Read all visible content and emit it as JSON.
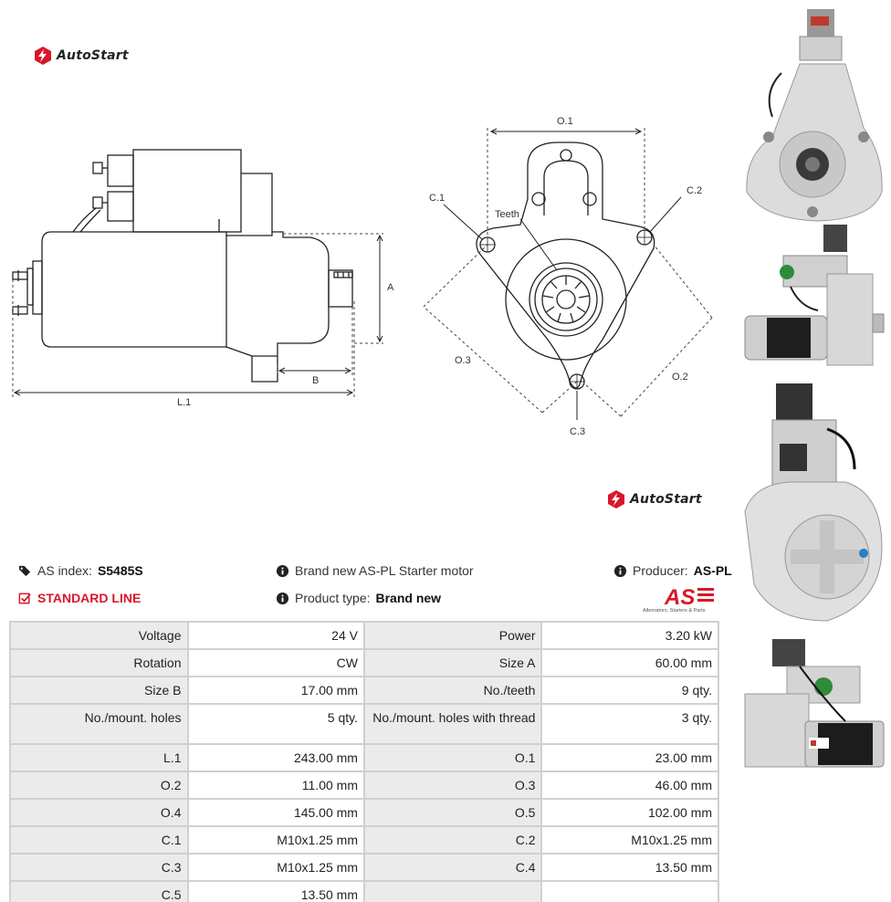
{
  "brand": {
    "name": "AutoStart",
    "accent": "#d8182a"
  },
  "drawing_labels": {
    "A": "A",
    "B": "B",
    "L1": "L.1",
    "O1": "O.1",
    "O2": "O.2",
    "O3": "O.3",
    "C1": "C.1",
    "C2": "C.2",
    "C3": "C.3",
    "teeth": "Teeth"
  },
  "info": {
    "as_index_label": "AS index:",
    "as_index_value": "S5485S",
    "standard_line": "STANDARD LINE",
    "description": "Brand new AS-PL Starter motor",
    "product_type_label": "Product type:",
    "product_type_value": "Brand new",
    "producer_label": "Producer:",
    "producer_value": "AS-PL",
    "as_logo_text": "AS",
    "as_logo_sub": "Alternators, Starters & Parts"
  },
  "specs": [
    [
      "Voltage",
      "24 V",
      "Power",
      "3.20 kW"
    ],
    [
      "Rotation",
      "CW",
      "Size A",
      "60.00 mm"
    ],
    [
      "Size B",
      "17.00 mm",
      "No./teeth",
      "9 qty."
    ],
    [
      "No./mount. holes",
      "5 qty.",
      "No./mount. holes with thread",
      "3 qty."
    ],
    [
      "L.1",
      "243.00 mm",
      "O.1",
      "23.00 mm"
    ],
    [
      "O.2",
      "11.00 mm",
      "O.3",
      "46.00 mm"
    ],
    [
      "O.4",
      "145.00 mm",
      "O.5",
      "102.00 mm"
    ],
    [
      "C.1",
      "M10x1.25 mm",
      "C.2",
      "M10x1.25 mm"
    ],
    [
      "C.3",
      "M10x1.25 mm",
      "C.4",
      "13.50 mm"
    ],
    [
      "C.5",
      "13.50 mm",
      "",
      ""
    ]
  ]
}
